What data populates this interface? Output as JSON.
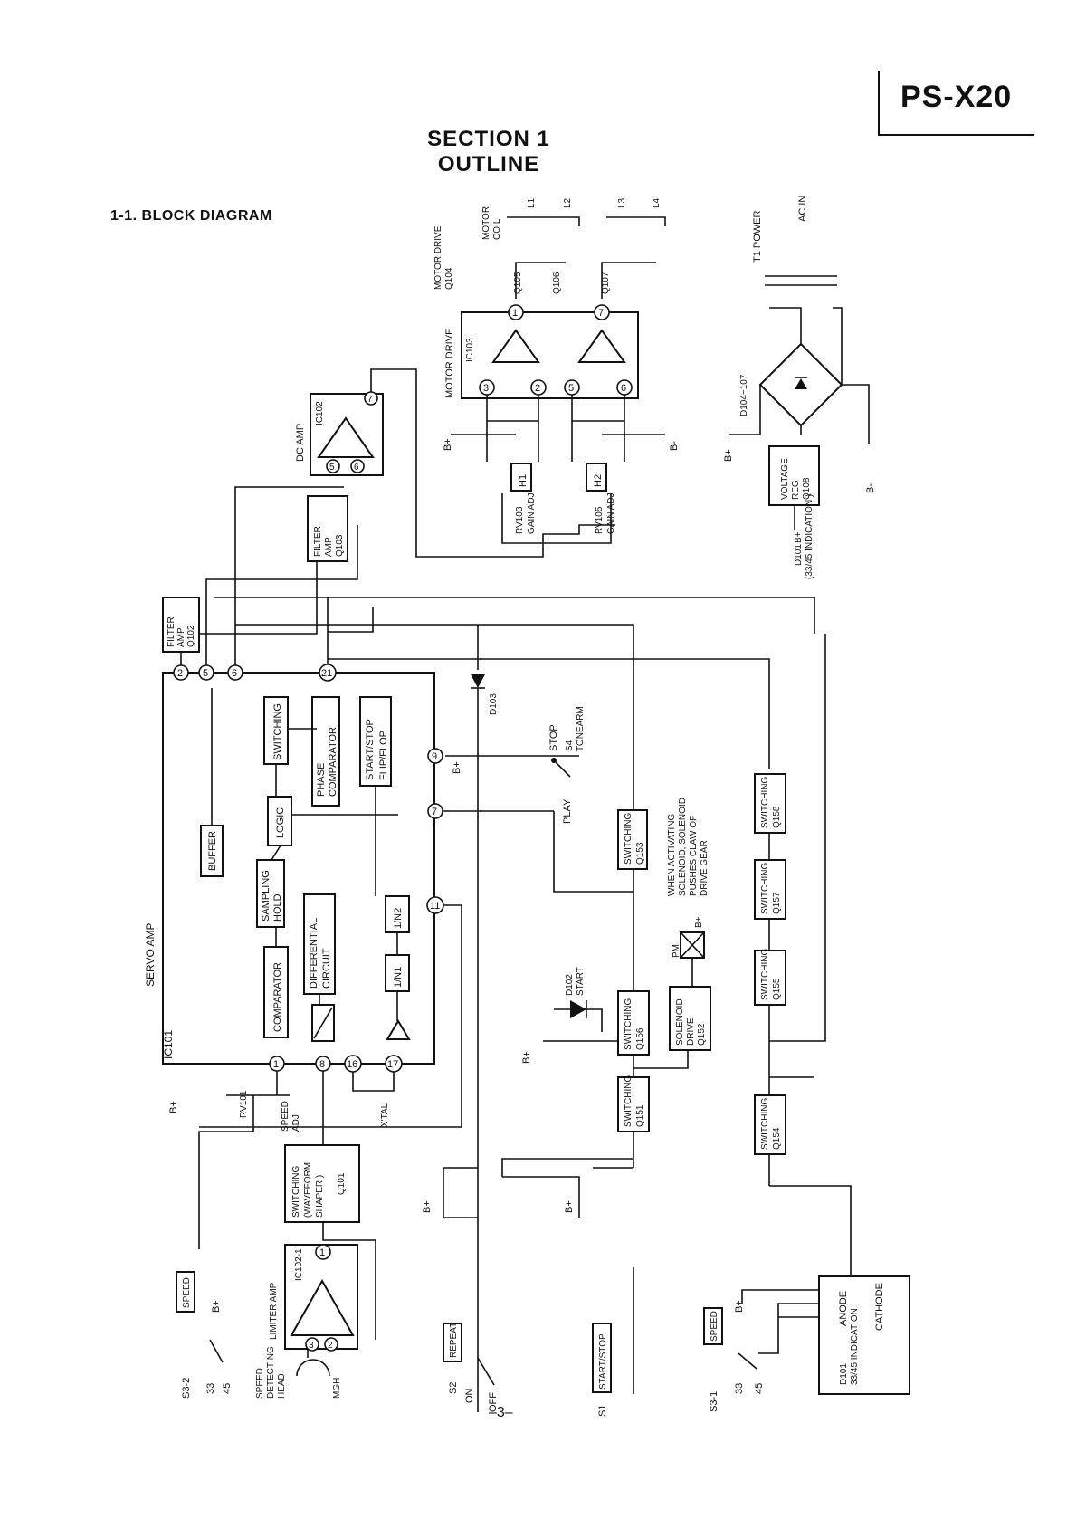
{
  "header": {
    "model": "PS-X20",
    "section_title": "SECTION 1",
    "section_subtitle": "OUTLINE",
    "subsection": "1-1.  BLOCK DIAGRAM",
    "page_number": "–3–"
  },
  "blocks": {
    "servo_amp": "SERVO AMP",
    "ic101": "IC101",
    "switching": "SWITCHING",
    "phase_comparator": [
      "PHASE",
      "COMPARATOR"
    ],
    "start_stop_flipflop": [
      "START/STOP",
      "FLIP/FLOP"
    ],
    "logic": "LOGIC",
    "buffer": "BUFFER",
    "sampling_hold": [
      "SAMPLING",
      "HOLD"
    ],
    "differential_circuit": [
      "DIFFERENTIAL",
      "CIRCUIT"
    ],
    "comparator": "COMPARATOR",
    "i_n2": "1/N2",
    "i_n1": "1/N1",
    "filter_amp_q102": [
      "FILTER",
      "AMP",
      "Q102"
    ],
    "filter_amp_q103": [
      "FILTER",
      "AMP",
      "Q103"
    ],
    "dc_amp": "DC AMP",
    "ic102": "IC102",
    "motor_drive_ic": "MOTOR DRIVE",
    "ic103": "IC103",
    "motor_drive_q104": [
      "MOTOR DRIVE",
      "Q104"
    ],
    "motor_coil": [
      "MOTOR",
      "COIL"
    ],
    "q105": "Q105",
    "q106": "Q106",
    "q107": "Q107",
    "l1": "L1",
    "l2": "L2",
    "l3": "L3",
    "l4": "L4",
    "h1": "H1",
    "h2": "H2",
    "rv103": "RV103",
    "rv105": "RV105",
    "gain_adj": "GAIN ADJ",
    "t1_power": "T1  POWER",
    "ac_in": "AC IN",
    "d104_107": "D104~107",
    "voltage_reg": [
      "VOLTAGE",
      "REG",
      "Q108"
    ],
    "d101_indication": [
      "D101",
      "(33/45 INDICATION )"
    ],
    "d103": "D103",
    "stop": "STOP",
    "s4_tonearm": [
      "S4",
      "TONEARM"
    ],
    "play": "PLAY",
    "switching_q153": [
      "SWITCHING",
      "Q153"
    ],
    "solenoid_note": [
      "WHEN ACTIVATING",
      "SOLENOID, SOLENOID",
      "PUSHES CLAW OF",
      "DRIVE GEAR"
    ],
    "switching_q158": [
      "SWITCHING",
      "Q158"
    ],
    "switching_q157": [
      "SWITCHING",
      "Q157"
    ],
    "switching_q155": [
      "SWITCHING",
      "Q155"
    ],
    "switching_q154": [
      "SWITCHING",
      "Q154"
    ],
    "switching_q156": [
      "SWITCHING",
      "Q156"
    ],
    "switching_q151": [
      "SWITCHING",
      "Q151"
    ],
    "solenoid_drive": [
      "SOLENOID",
      "DRIVE",
      "Q152"
    ],
    "pm": "PM",
    "d102_start": [
      "D102",
      "START"
    ],
    "rv101": "RV101",
    "speed_adj": [
      "SPEED",
      "ADJ"
    ],
    "xtal": "X'TAL",
    "waveform_shaper": [
      "SWITCHING",
      "(WAVEFORM",
      "SHAPER )",
      "Q101"
    ],
    "limiter_amp": "LIMITER AMP",
    "ic102_1": "IC102-1",
    "speed_head": [
      "SPEED",
      "DETECTING",
      "HEAD"
    ],
    "mgh": "MGH",
    "speed_box": "SPEED",
    "s3_2": "S3-2",
    "s3_1": "S3-1",
    "sw_33": "33",
    "sw_45": "45",
    "repeat_box": "REPEAT",
    "s2": "S2",
    "on": "ON",
    "off": "OFF",
    "start_stop_box": "START/STOP",
    "s1": "S1",
    "d101_display": [
      "D101",
      "33/45 INDICATION"
    ],
    "anode": "ANODE",
    "cathode": "CATHODE",
    "b_plus": "B+",
    "b_minus": "B-"
  },
  "pins": {
    "p1": "1",
    "p2": "2",
    "p3": "3",
    "p5": "5",
    "p6": "6",
    "p7": "7",
    "p8": "8",
    "p9": "9",
    "p11": "11",
    "p16": "16",
    "p17": "17",
    "p21": "21"
  }
}
